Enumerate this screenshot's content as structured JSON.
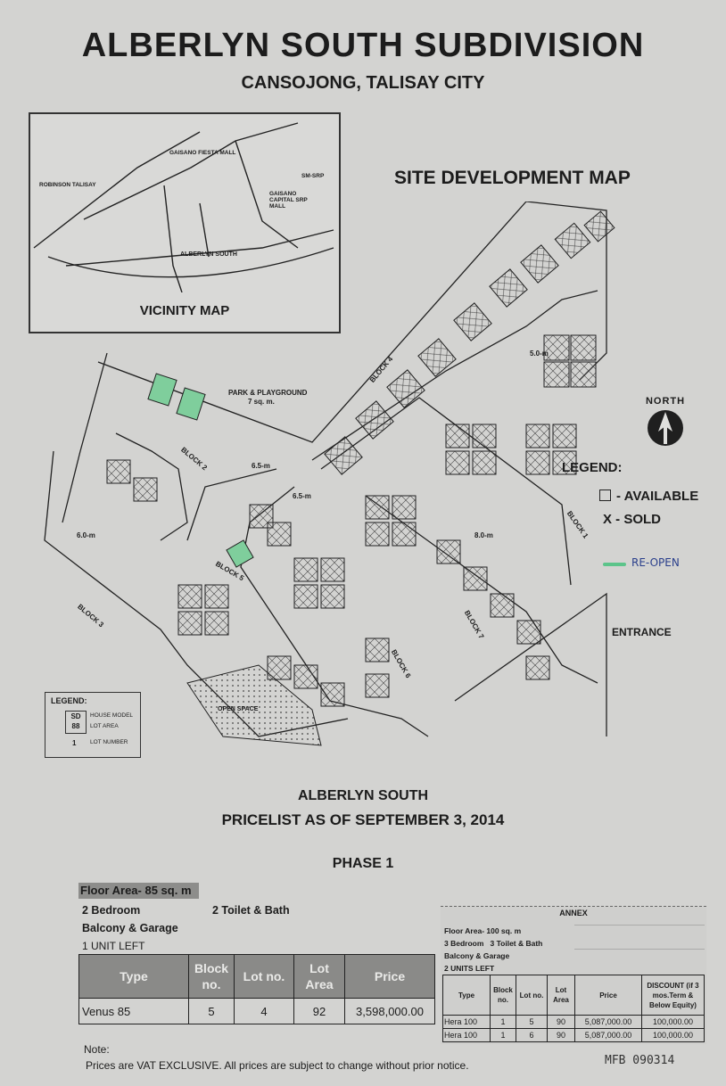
{
  "header": {
    "title": "ALBERLYN SOUTH SUBDIVISION",
    "subtitle": "CANSOJONG, TALISAY CITY"
  },
  "vicinity": {
    "label": "VICINITY MAP",
    "places": [
      "ROBINSON TALISAY",
      "GAISANO FIESTA MALL",
      "SM-SRP",
      "ALBERLYN SOUTH",
      "GAISANO CAPITAL SRP MALL"
    ]
  },
  "site_map": {
    "title": "SITE DEVELOPMENT MAP",
    "park_label": "PARK & PLAYGROUND",
    "park_size": "7 sq. m.",
    "open_space": "OPEN SPACE",
    "entrance": "ENTRANCE",
    "north": "NORTH",
    "legend_title": "LEGEND:",
    "legend_available": "- AVAILABLE",
    "legend_sold": "X - SOLD",
    "legend_reopen": "RE-OPEN",
    "reopen_color": "#5cc48a",
    "road_labels": [
      "6.5-m",
      "6.5-m",
      "6.0-m",
      "8.0-m",
      "5.0-m"
    ],
    "blocks": [
      "BLOCK 1",
      "BLOCK 2",
      "BLOCK 3",
      "BLOCK 4",
      "BLOCK 5",
      "BLOCK 6",
      "BLOCK 7"
    ]
  },
  "small_legend": {
    "title": "LEGEND:",
    "model": "SD",
    "area": "88",
    "lot": "1",
    "model_label": "HOUSE MODEL",
    "area_label": "LOT AREA",
    "lot_label": "LOT NUMBER"
  },
  "pricelist": {
    "title": "ALBERLYN SOUTH",
    "date": "PRICELIST AS OF SEPTEMBER 3, 2014",
    "phase": "PHASE 1",
    "floor_area": "Floor Area- 85 sq. m",
    "bedroom": "2 Bedroom",
    "toilet": "2 Toilet & Bath",
    "balcony": "Balcony & Garage",
    "units_left": "1 UNIT LEFT",
    "headers": [
      "Type",
      "Block no.",
      "Lot no.",
      "Lot Area",
      "Price"
    ],
    "rows": [
      [
        "Venus 85",
        "5",
        "4",
        "92",
        "3,598,000.00"
      ]
    ]
  },
  "annex": {
    "title": "ANNEX",
    "floor_area": "Floor Area- 100 sq. m",
    "bedroom": "3 Bedroom",
    "toilet": "3 Toilet & Bath",
    "balcony": "Balcony & Garage",
    "units_left": "2 UNITS LEFT",
    "headers": [
      "Type",
      "Block no.",
      "Lot no.",
      "Lot Area",
      "Price",
      "DISCOUNT (if 3 mos.Term & Below Equity)"
    ],
    "rows": [
      [
        "Hera 100",
        "1",
        "5",
        "90",
        "5,087,000.00",
        "100,000.00"
      ],
      [
        "Hera 100",
        "1",
        "6",
        "90",
        "5,087,000.00",
        "100,000.00"
      ]
    ]
  },
  "footer": {
    "note_label": "Note:",
    "note": "Prices are VAT EXCLUSIVE. All prices are subject to change without prior notice.",
    "signature": "MFB 090314"
  }
}
